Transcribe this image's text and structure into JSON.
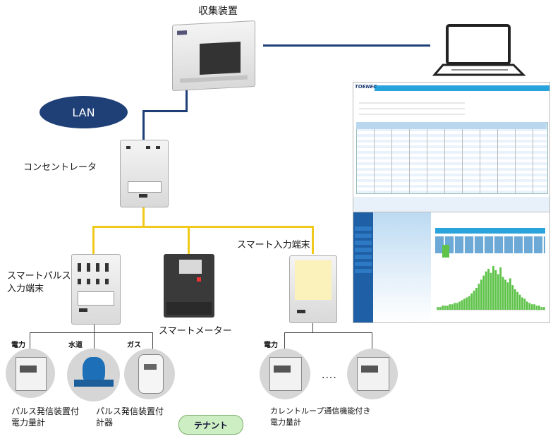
{
  "labels": {
    "collector": "収集装置",
    "lan": "LAN",
    "concentrator": "コンセントレータ",
    "smart_pulse": "スマートパルス\n入力端末",
    "smart_meter": "スマートメーター",
    "smart_input": "スマート入力端末",
    "power_left": "電力",
    "water": "水道",
    "gas": "ガス",
    "power_right": "電力",
    "pulse_power_meter": "パルス発信装置付\n電力量計",
    "pulse_meter": "パルス発信装置付\n計器",
    "current_loop_meter": "カレントループ通信機能付き\n電力量計",
    "ellipsis": "....",
    "tenant": "テナント",
    "brand": "TOENEC"
  },
  "colors": {
    "lan_line": "#1f3f77",
    "power_line": "#f0c91a",
    "tenant_fill": "#cdeec3",
    "chart_bar": "#5fc34a",
    "app_header": "#29a3dc"
  },
  "chart_data": {
    "type": "bar",
    "values": [
      2,
      2,
      3,
      3,
      3,
      4,
      4,
      5,
      5,
      6,
      7,
      8,
      9,
      10,
      12,
      14,
      16,
      19,
      22,
      25,
      28,
      30,
      27,
      32,
      29,
      26,
      31,
      24,
      22,
      20,
      23,
      18,
      15,
      13,
      11,
      9,
      8,
      6,
      5,
      4,
      4,
      3,
      3,
      2,
      2
    ]
  }
}
